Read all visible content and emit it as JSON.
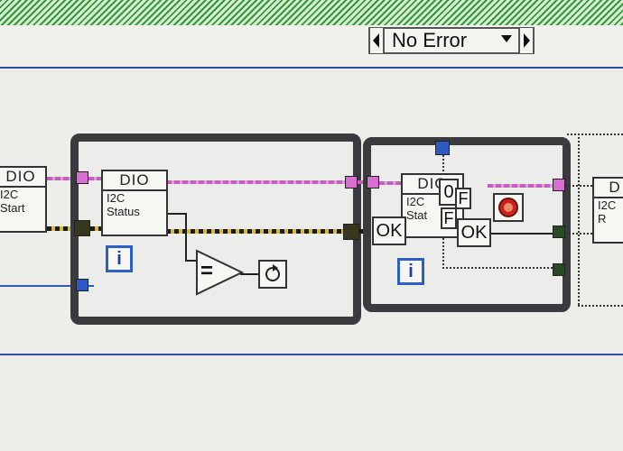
{
  "error_cluster": {
    "text": "No Error"
  },
  "left_partial_vi": {
    "title": "DIO",
    "line1": "I2C",
    "line2": "Start"
  },
  "status_vi": {
    "title": "DIO",
    "line1": "I2C",
    "line2": "Status"
  },
  "inner_vi": {
    "title": "DIO",
    "line1": "I2C",
    "line2": "Stat"
  },
  "right_partial_vi": {
    "title": "D",
    "line1": "I2C",
    "line2": "R"
  },
  "ok_labels": {
    "first": "OK",
    "second": "OK"
  },
  "constant_labels": {
    "zero": "0",
    "f1": "F",
    "f2": "F"
  },
  "equal_symbol": "=",
  "info_symbol": "i",
  "loop_icon": "loop-iteration-icon",
  "stop_icon": "stop-button-icon",
  "colors": {
    "loop_border": "#3b3b3f",
    "error_wire": "#d3b83a",
    "pink_wire": "#c55fbf",
    "blue_line": "#2d4fa6",
    "hatch": "#2e9b3d"
  }
}
